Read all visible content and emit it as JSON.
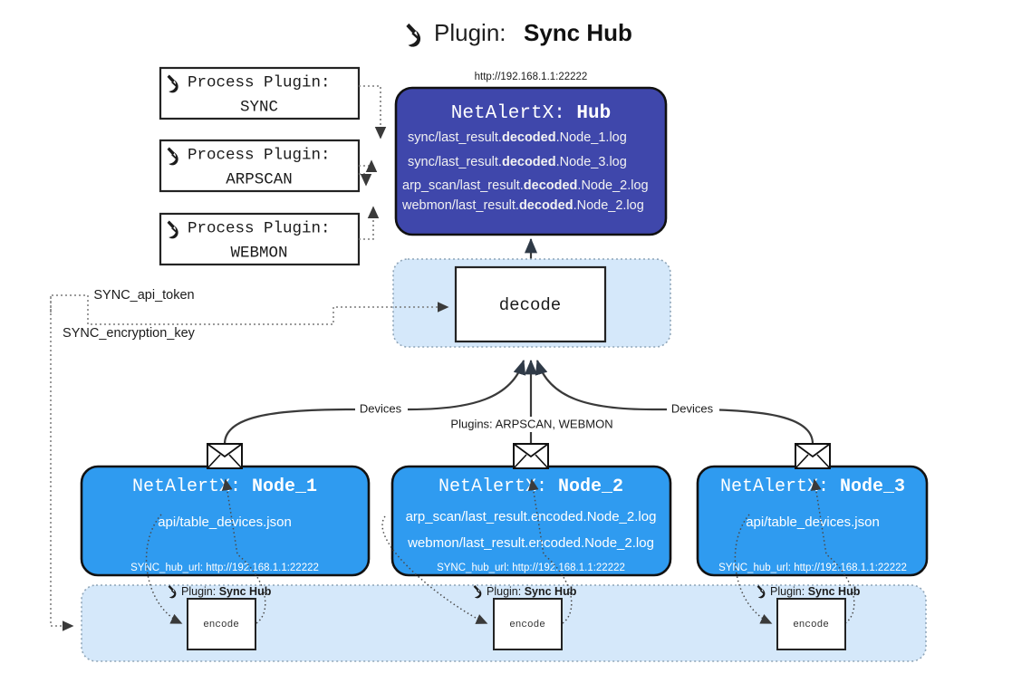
{
  "title": {
    "icon": "plug-icon",
    "prefix": "Plugin: ",
    "name": "Sync Hub"
  },
  "colors": {
    "hub_fill": "#3f47ab",
    "node_fill": "#2f9bf0",
    "container_fill": "#d5e8fa",
    "box_stroke": "#232323",
    "line": "#3a3a3a",
    "dotted": "#7a7a7a",
    "white": "#ffffff"
  },
  "process_plugins": [
    {
      "icon": "plug-icon",
      "label": "Process Plugin:",
      "name": "SYNC"
    },
    {
      "icon": "plug-icon",
      "label": "Process Plugin:",
      "name": "ARPSCAN"
    },
    {
      "icon": "plug-icon",
      "label": "Process Plugin:",
      "name": "WEBMON"
    }
  ],
  "hub": {
    "url": "http://192.168.1.1:22222",
    "title_prefix": "NetAlertX: ",
    "title_name": "Hub",
    "logs": [
      {
        "pre": "sync/last_result.",
        "em": "decoded",
        "post": ".Node_1.log"
      },
      {
        "pre": "sync/last_result.",
        "em": "decoded",
        "post": ".Node_3.log"
      },
      {
        "pre": "arp_scan/last_result.",
        "em": "decoded",
        "post": ".Node_2.log"
      },
      {
        "pre": "webmon/last_result.",
        "em": "decoded",
        "post": ".Node_2.log"
      }
    ]
  },
  "secrets": [
    {
      "label": "SYNC_api_token"
    },
    {
      "label": "SYNC_encryption_key"
    }
  ],
  "decode": {
    "label": "decode"
  },
  "edge_labels": {
    "devices_left": "Devices",
    "devices_right": "Devices",
    "plugins_center": "Plugins: ARPSCAN, WEBMON"
  },
  "nodes": [
    {
      "title_prefix": "NetAlertX: ",
      "title_name": "Node_1",
      "icon": "envelope-icon",
      "files": [
        "api/table_devices.json"
      ],
      "hub_url_label": "SYNC_hub_url: http://192.168.1.1:22222"
    },
    {
      "title_prefix": "NetAlertX: ",
      "title_name": "Node_2",
      "icon": "envelope-icon",
      "files": [
        "arp_scan/last_result.encoded.Node_2.log",
        "webmon/last_result.encoded.Node_2.log"
      ],
      "hub_url_label": "SYNC_hub_url: http://192.168.1.1:22222"
    },
    {
      "title_prefix": "NetAlertX: ",
      "title_name": "Node_3",
      "icon": "envelope-icon",
      "files": [
        "api/table_devices.json"
      ],
      "hub_url_label": "SYNC_hub_url: http://192.168.1.1:22222"
    }
  ],
  "encoders": [
    {
      "icon": "plug-icon",
      "plugin_prefix": "Plugin: ",
      "plugin_name": "Sync Hub",
      "label": "encode"
    },
    {
      "icon": "plug-icon",
      "plugin_prefix": "Plugin: ",
      "plugin_name": "Sync Hub",
      "label": "encode"
    },
    {
      "icon": "plug-icon",
      "plugin_prefix": "Plugin: ",
      "plugin_name": "Sync Hub",
      "label": "encode"
    }
  ]
}
